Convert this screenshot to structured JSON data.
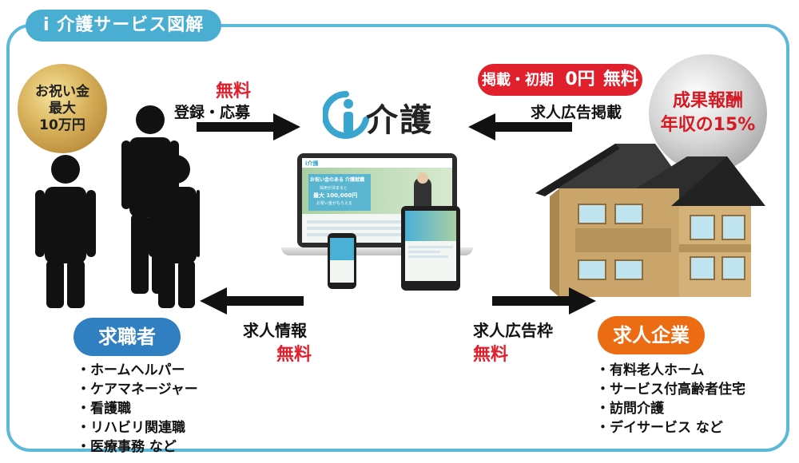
{
  "title": "i 介護サービス図解",
  "seekers_bonus": {
    "line1": "お祝い金",
    "line2": "最大",
    "line3": "10万円"
  },
  "left_top_arrow": {
    "free": "無料",
    "label": "登録・応募"
  },
  "logo": {
    "text": "介護"
  },
  "right_top": {
    "pill_prefix": "掲載・初期",
    "pill_zero": "0円",
    "pill_free": "無料",
    "arrow_label": "求人広告掲載"
  },
  "success_fee": {
    "line1": "成果報酬",
    "line2": "年収の15%"
  },
  "left_bottom_arrow": {
    "label": "求人情報",
    "free": "無料"
  },
  "right_bottom_arrow": {
    "label": "求人広告枠",
    "free": "無料"
  },
  "job_seekers": {
    "title": "求職者",
    "items": [
      "ホームヘルパー",
      "ケアマネージャー",
      "看護職",
      "リハビリ関連職",
      "医療事務 など"
    ]
  },
  "employers": {
    "title": "求人企業",
    "items": [
      "有料老人ホーム",
      "サービス付高齢者住宅",
      "訪問介護",
      "デイサービス など"
    ]
  },
  "site_preview": {
    "headline": "お祝い金のある 介護就職",
    "sub": "採用が決まると",
    "amount": "最大 100,000円",
    "tail": "お祝い金がもらえる"
  },
  "colors": {
    "frame": "#5cb8d9",
    "accent_red": "#e0202c",
    "seeker_blue": "#2f7fc1",
    "employer_orange": "#ec6c14",
    "logo_teal": "#3aa6d0"
  },
  "icons": [
    "people-icon",
    "house-icon",
    "logo-i-icon",
    "arrow-right-icon",
    "arrow-left-icon",
    "devices-illustration"
  ]
}
